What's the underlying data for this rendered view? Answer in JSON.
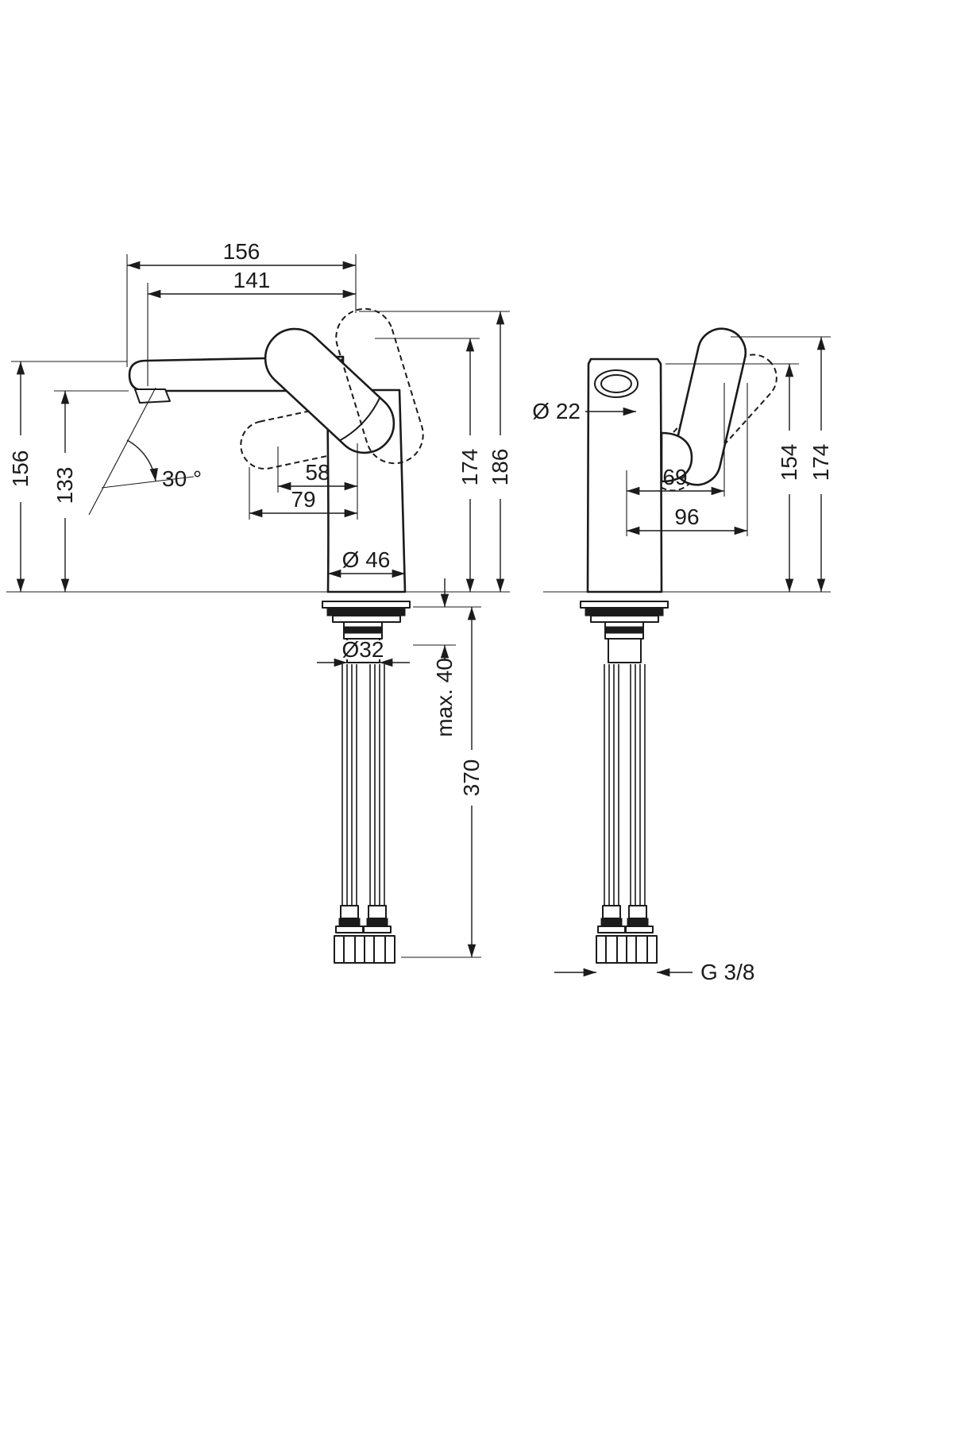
{
  "drawing": {
    "title": "faucet-dimension-drawing",
    "side_view": {
      "dim_156_top": "156",
      "dim_141": "141",
      "dim_174": "174",
      "dim_186": "186",
      "dim_156_left": "156",
      "dim_133": "133",
      "dim_angle": "30 °",
      "dim_58": "58",
      "dim_79": "79",
      "dim_d46": "Ø 46",
      "dim_d32": "Ø32",
      "dim_max40": "max. 40",
      "dim_370": "370"
    },
    "front_view": {
      "dim_d22": "Ø 22",
      "dim_69": "69",
      "dim_96": "96",
      "dim_154": "154",
      "dim_174": "174",
      "dim_g38": "G 3/8"
    }
  }
}
